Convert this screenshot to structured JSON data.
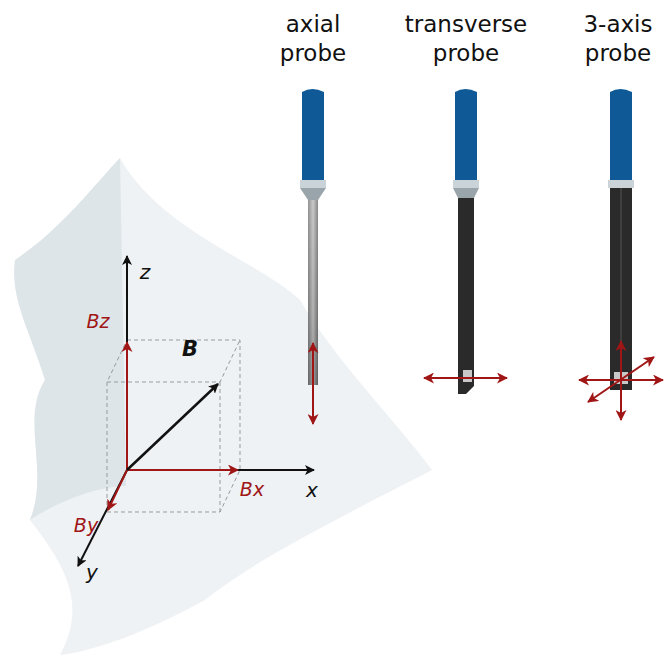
{
  "diagram": {
    "labels": [
      "axial probe",
      "transverse probe",
      "3-axis probe",
      "z",
      "Bz",
      "B",
      "By",
      "Bx",
      "x",
      "y"
    ]
  }
}
